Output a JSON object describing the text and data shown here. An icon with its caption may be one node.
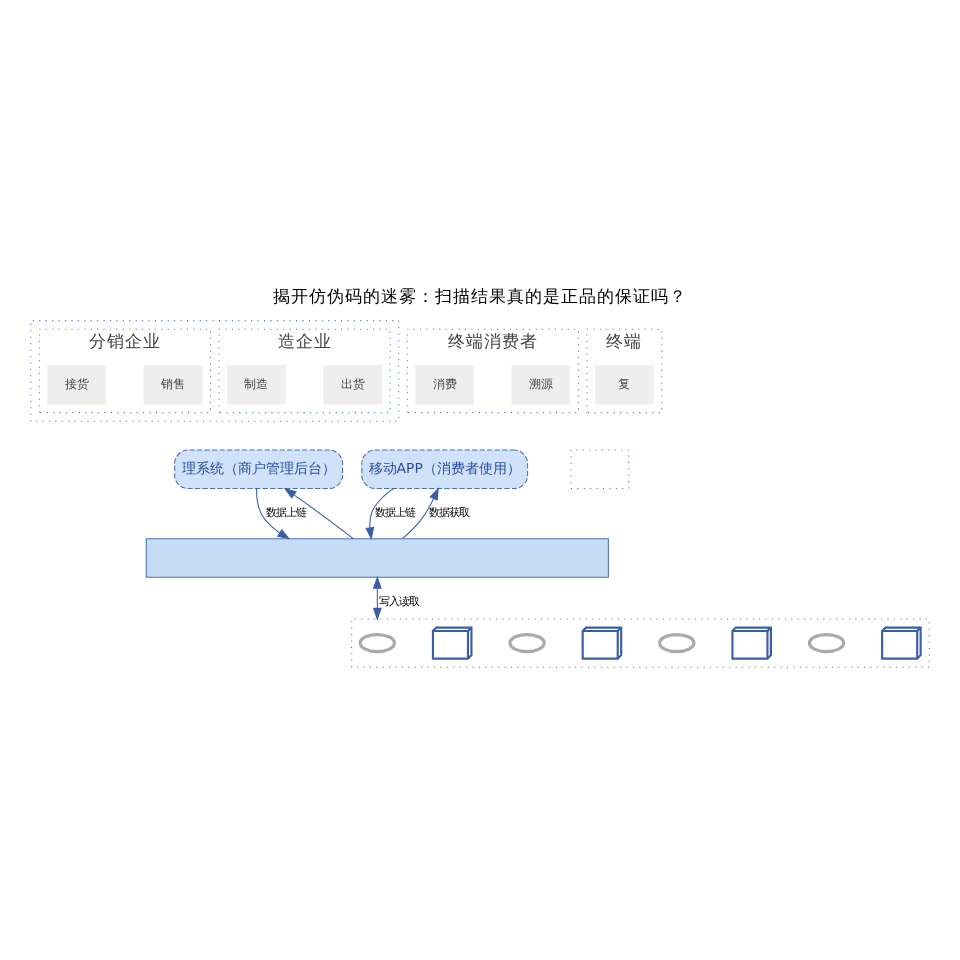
{
  "diagram": {
    "title": "揭开仿伪码的迷雾：扫描结果真的是正品的保证吗？",
    "nodes": [
      {
        "text": [],
        "shape": "box"
      },
      {
        "text": [
          "造企业"
        ],
        "in": 0
      },
      {
        "text": [
          "制造"
        ],
        "in": 1
      },
      {
        "text": [
          "出货"
        ],
        "in": 1
      },
      {
        "text": [
          "分销企业"
        ],
        "in": 0
      },
      {
        "text": [
          "接货"
        ],
        "in": 4
      },
      {
        "text": [
          "销售"
        ],
        "in": 4
      },
      {
        "text": [
          "理系统（商户管理后台）"
        ]
      },
      {
        "text": [
          "终端消费者"
        ]
      },
      {
        "text": [
          "消费"
        ],
        "in": 8
      },
      {
        "text": [
          "溯源"
        ],
        "in": 8
      },
      {
        "text": [
          "移动APP（消费者使用）"
        ]
      },
      {
        "text": [
          "终端"
        ]
      },
      {
        "text": [
          "复"
        ],
        "in": 12
      },
      {
        "text": [],
        "shape": "box"
      },
      {
        "text": [],
        "shape": "bar"
      },
      {
        "text": [],
        "shape": "box"
      },
      {
        "text": [],
        "shape": "chain",
        "in": 16
      },
      {
        "text": [],
        "shape": "window",
        "in": 16
      },
      {
        "text": [],
        "shape": "chain",
        "in": 16
      },
      {
        "text": [],
        "shape": "window",
        "in": 16
      },
      {
        "text": [],
        "shape": "chain",
        "in": 16
      },
      {
        "text": [],
        "shape": "window",
        "in": 16
      },
      {
        "text": [],
        "shape": "chain",
        "in": 16
      },
      {
        "text": [],
        "shape": "window",
        "in": 16
      }
    ],
    "edges": [
      {
        "from": 15,
        "to": 7,
        "arrow": "to"
      },
      {
        "from": 7,
        "to": 15,
        "arrow": "to",
        "label": "数据上链"
      },
      {
        "from": 15,
        "to": 11,
        "arrow": "to",
        "label": "数据获取"
      },
      {
        "from": 11,
        "to": 15,
        "arrow": "to",
        "label": "数据上链"
      },
      {
        "from": 15,
        "to": 16,
        "arrow": "both",
        "label": "写入读取"
      }
    ]
  }
}
